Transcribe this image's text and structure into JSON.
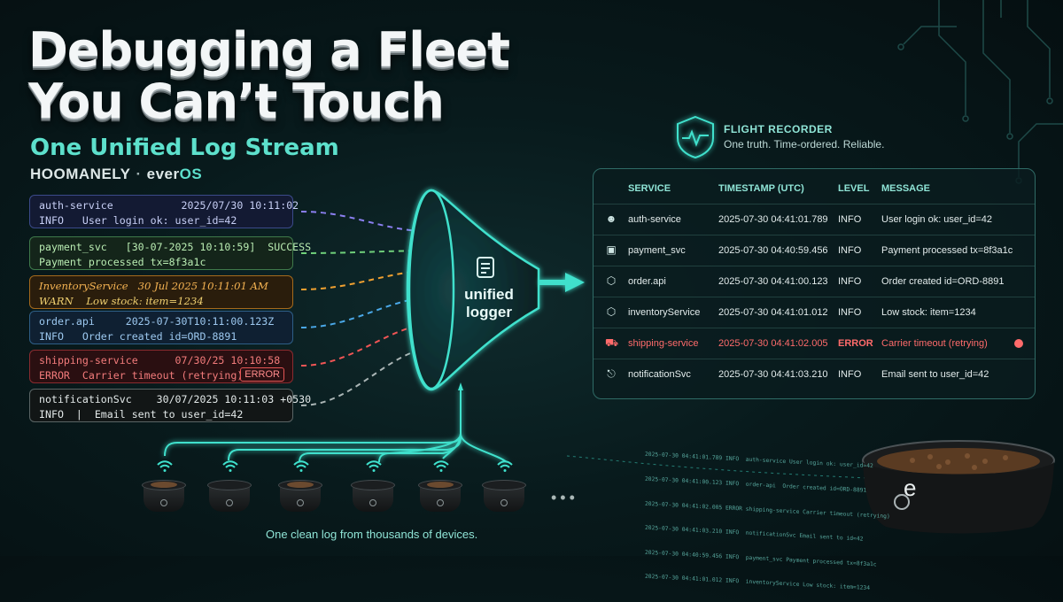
{
  "header": {
    "title_line1": "Debugging a Fleet",
    "title_line2": "You Can’t Touch",
    "subtitle": "One Unified Log Stream",
    "brand_left": "HOOMANELY",
    "brand_sep": "·",
    "brand_right_prefix": "ever",
    "brand_right_suffix": "OS"
  },
  "source_logs": [
    {
      "line1": "auth-service           2025/07/30 10:11:02",
      "line2": "INFO   User login ok: user_id=42"
    },
    {
      "line1": "payment_svc   [30-07-2025 10:10:59]  SUCCESS",
      "line2": "Payment processed tx=8f3a1c"
    },
    {
      "line1": "InventoryService   30 Jul 2025 10:11:01 AM",
      "line2": "WARN    Low stock: item=1234"
    },
    {
      "line1": "order.api     2025-07-30T10:11:00.123Z",
      "line2": "INFO   Order created id=ORD-8891"
    },
    {
      "line1": "shipping-service      07/30/25 10:10:58",
      "line2": "ERROR  Carrier timeout (retrying)",
      "badge": "ERROR"
    },
    {
      "line1": "notificationSvc    30/07/2025 10:11:03 +0530",
      "line2": "INFO  |  Email sent to user_id=42"
    }
  ],
  "funnel": {
    "label_line1": "unified",
    "label_line2": "logger"
  },
  "flight_recorder": {
    "title": "FLIGHT RECORDER",
    "subtitle": "One truth. Time-ordered. Reliable.",
    "icon": "shield-heartbeat-icon"
  },
  "table": {
    "headers": [
      "SERVICE",
      "TIMESTAMP (UTC)",
      "LEVEL",
      "MESSAGE"
    ],
    "rows": [
      {
        "icon": "user-shield-icon",
        "service": "auth-service",
        "timestamp": "2025-07-30 04:41:01.789",
        "level": "INFO",
        "message": "User login ok: user_id=42"
      },
      {
        "icon": "credit-card-icon",
        "service": "payment_svc",
        "timestamp": "2025-07-30 04:40:59.456",
        "level": "INFO",
        "message": "Payment processed tx=8f3a1c"
      },
      {
        "icon": "box-icon",
        "service": "order.api",
        "timestamp": "2025-07-30 04:41:00.123",
        "level": "INFO",
        "message": "Order created id=ORD-8891"
      },
      {
        "icon": "package-icon",
        "service": "inventoryService",
        "timestamp": "2025-07-30 04:41:01.012",
        "level": "INFO",
        "message": "Low stock: item=1234"
      },
      {
        "icon": "truck-icon",
        "service": "shipping-service",
        "timestamp": "2025-07-30 04:41:02.005",
        "level": "ERROR",
        "message": "Carrier timeout (retrying)"
      },
      {
        "icon": "bell-icon",
        "service": "notificationSvc",
        "timestamp": "2025-07-30 04:41:03.210",
        "level": "INFO",
        "message": "Email sent to user_id=42"
      }
    ]
  },
  "stream_lines": [
    "2025-07-30 04:41:01.789 INFO  auth-service User login ok: user_id=42",
    "2025-07-30 04:41:00.123 INFO  order-api  Order created id=ORD-8891",
    "2025-07-30 04:41:02.005 ERROR shipping-service Carrier timeout (retrying)",
    "2025-07-30 04:41:03.210 INFO  notificationSvc Email sent to id=42",
    "2025-07-30 04:40:59.456 INFO  payment_svc Payment processed tx=8f3a1c",
    "2025-07-30 04:41:01.012 INFO  inventoryService Low stock: item=1234"
  ],
  "bottom": {
    "caption": "One clean log from thousands of devices.",
    "ellipsis": "•••"
  },
  "colors": {
    "accent": "#3fd3bf",
    "error": "#ff6b6b",
    "background": "#081a1c"
  }
}
